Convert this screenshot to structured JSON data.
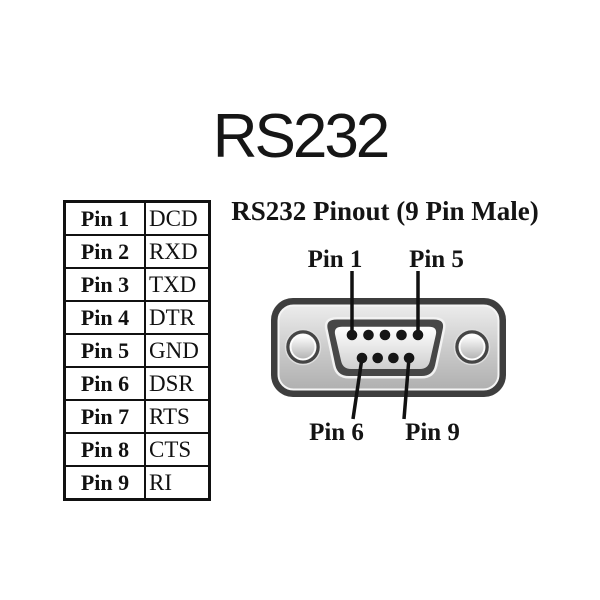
{
  "title": "RS232",
  "pin_table": {
    "rows": [
      {
        "pin": "Pin 1",
        "signal": "DCD"
      },
      {
        "pin": "Pin 2",
        "signal": "RXD"
      },
      {
        "pin": "Pin 3",
        "signal": "TXD"
      },
      {
        "pin": "Pin 4",
        "signal": "DTR"
      },
      {
        "pin": "Pin 5",
        "signal": "GND"
      },
      {
        "pin": "Pin 6",
        "signal": "DSR"
      },
      {
        "pin": "Pin 7",
        "signal": "RTS"
      },
      {
        "pin": "Pin 8",
        "signal": "CTS"
      },
      {
        "pin": "Pin 9",
        "signal": "RI"
      }
    ]
  },
  "diagram": {
    "heading": "RS232 Pinout (9 Pin Male)",
    "labels": {
      "top_left": "Pin 1",
      "top_right": "Pin 5",
      "bottom_left": "Pin 6",
      "bottom_right": "Pin 9"
    },
    "connector": {
      "type": "DB9 male front view",
      "top_row_pin_count": 5,
      "bottom_row_pin_count": 4
    },
    "colors": {
      "shell_border": "#3e3e3e",
      "shell_fill_top": "#ececec",
      "shell_fill_bottom": "#b0b0b0",
      "face_fill_top": "#ffffff",
      "face_fill_bottom": "#cfcfcf",
      "highlight": "#f5f5f5",
      "pin": "#151515",
      "line": "#111111",
      "text": "#141414"
    }
  }
}
